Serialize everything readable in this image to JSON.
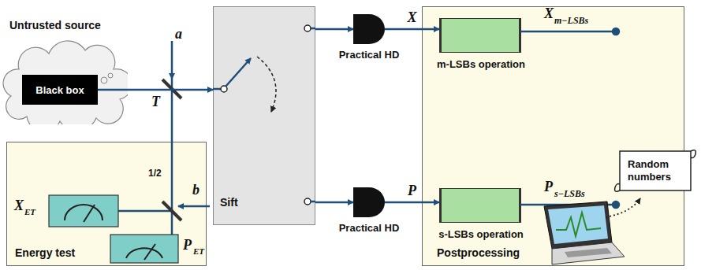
{
  "diagram": {
    "nodes": [
      {
        "text": [
          "Untrusted source"
        ]
      },
      {
        "text": [
          "Black box"
        ],
        "in": 0
      },
      {
        "text": [
          "Energy test"
        ]
      },
      {
        "text": [
          "Sift"
        ]
      },
      {
        "text": [
          "Practical HD"
        ]
      },
      {
        "text": [
          "Practical HD"
        ]
      },
      {
        "text": [
          "Postprocessing"
        ]
      },
      {
        "text": [
          "m-LSBs operation"
        ],
        "in": 6
      },
      {
        "text": [
          "s-LSBs operation"
        ],
        "in": 6
      },
      {
        "text": [
          "Random numbers"
        ]
      }
    ],
    "edges": [
      {
        "from": 1,
        "to": 3,
        "arrow": "to"
      },
      {
        "from": 3,
        "to": 4,
        "arrow": "to"
      },
      {
        "from": 3,
        "to": 5,
        "arrow": "to"
      },
      {
        "from": 4,
        "to": 7,
        "label": "X",
        "arrow": "to"
      },
      {
        "from": 5,
        "to": 8,
        "label": "P",
        "arrow": "to"
      }
    ],
    "labels": [
      "T",
      "a",
      "1/2",
      "b",
      "X",
      "ET",
      "P",
      "ET",
      "X",
      "m−LSBs",
      "P",
      "s−LSBs"
    ]
  }
}
